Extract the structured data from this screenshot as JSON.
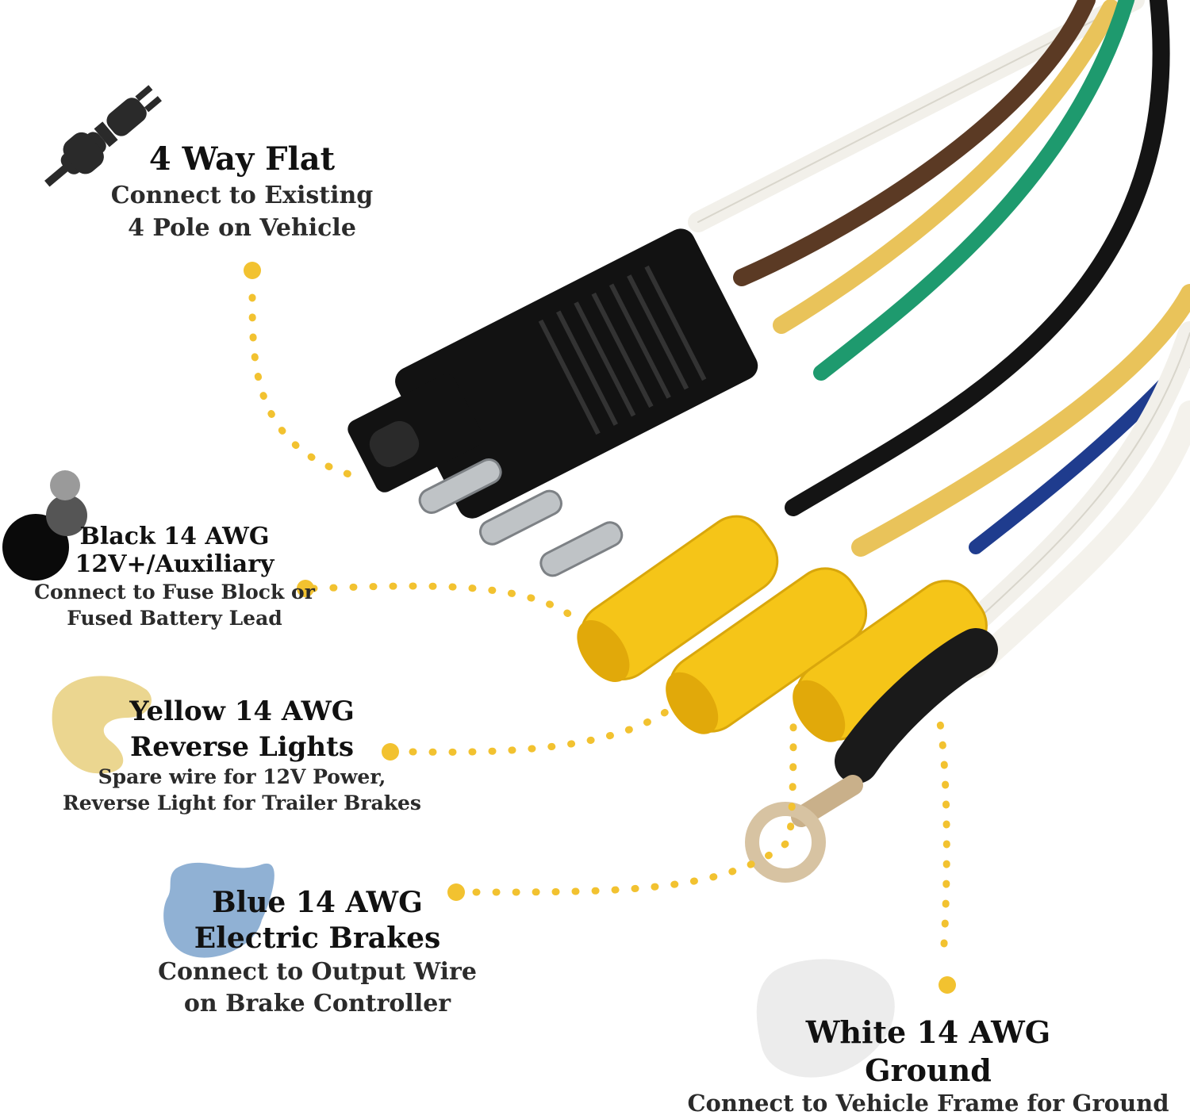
{
  "labels": {
    "four_way": {
      "title": "4 Way Flat",
      "line1": "Connect to Existing",
      "line2": "4 Pole on Vehicle"
    },
    "black": {
      "title": "Black 14 AWG",
      "title2": "12V+/Auxiliary",
      "line1": "Connect to Fuse Block or",
      "line2": "Fused Battery Lead"
    },
    "yellow": {
      "title": "Yellow 14 AWG",
      "title2": "Reverse Lights",
      "line1": "Spare wire for 12V Power,",
      "line2": "Reverse Light for Trailer Brakes"
    },
    "blue": {
      "title": "Blue 14 AWG",
      "title2": "Electric Brakes",
      "line1": "Connect to Output Wire",
      "line2": "on Brake Controller"
    },
    "white": {
      "title": "White 14 AWG",
      "title2": "Ground",
      "line1": "Connect to Vehicle Frame for Ground"
    }
  },
  "icons": [
    "plug-icon",
    "black-blob-icon",
    "yellow-blob-icon",
    "blue-blob-icon",
    "white-blob-icon"
  ],
  "colors": {
    "accent_dots": "#f2c230",
    "wire_white": "#f2f0ea",
    "wire_brown": "#5b3a24",
    "wire_green": "#1e9a6e",
    "wire_yellow": "#e9c35a",
    "wire_black": "#141414",
    "wire_blue": "#1f3c8e",
    "butt_connector": "#f5c518",
    "connector_body": "#121212"
  }
}
